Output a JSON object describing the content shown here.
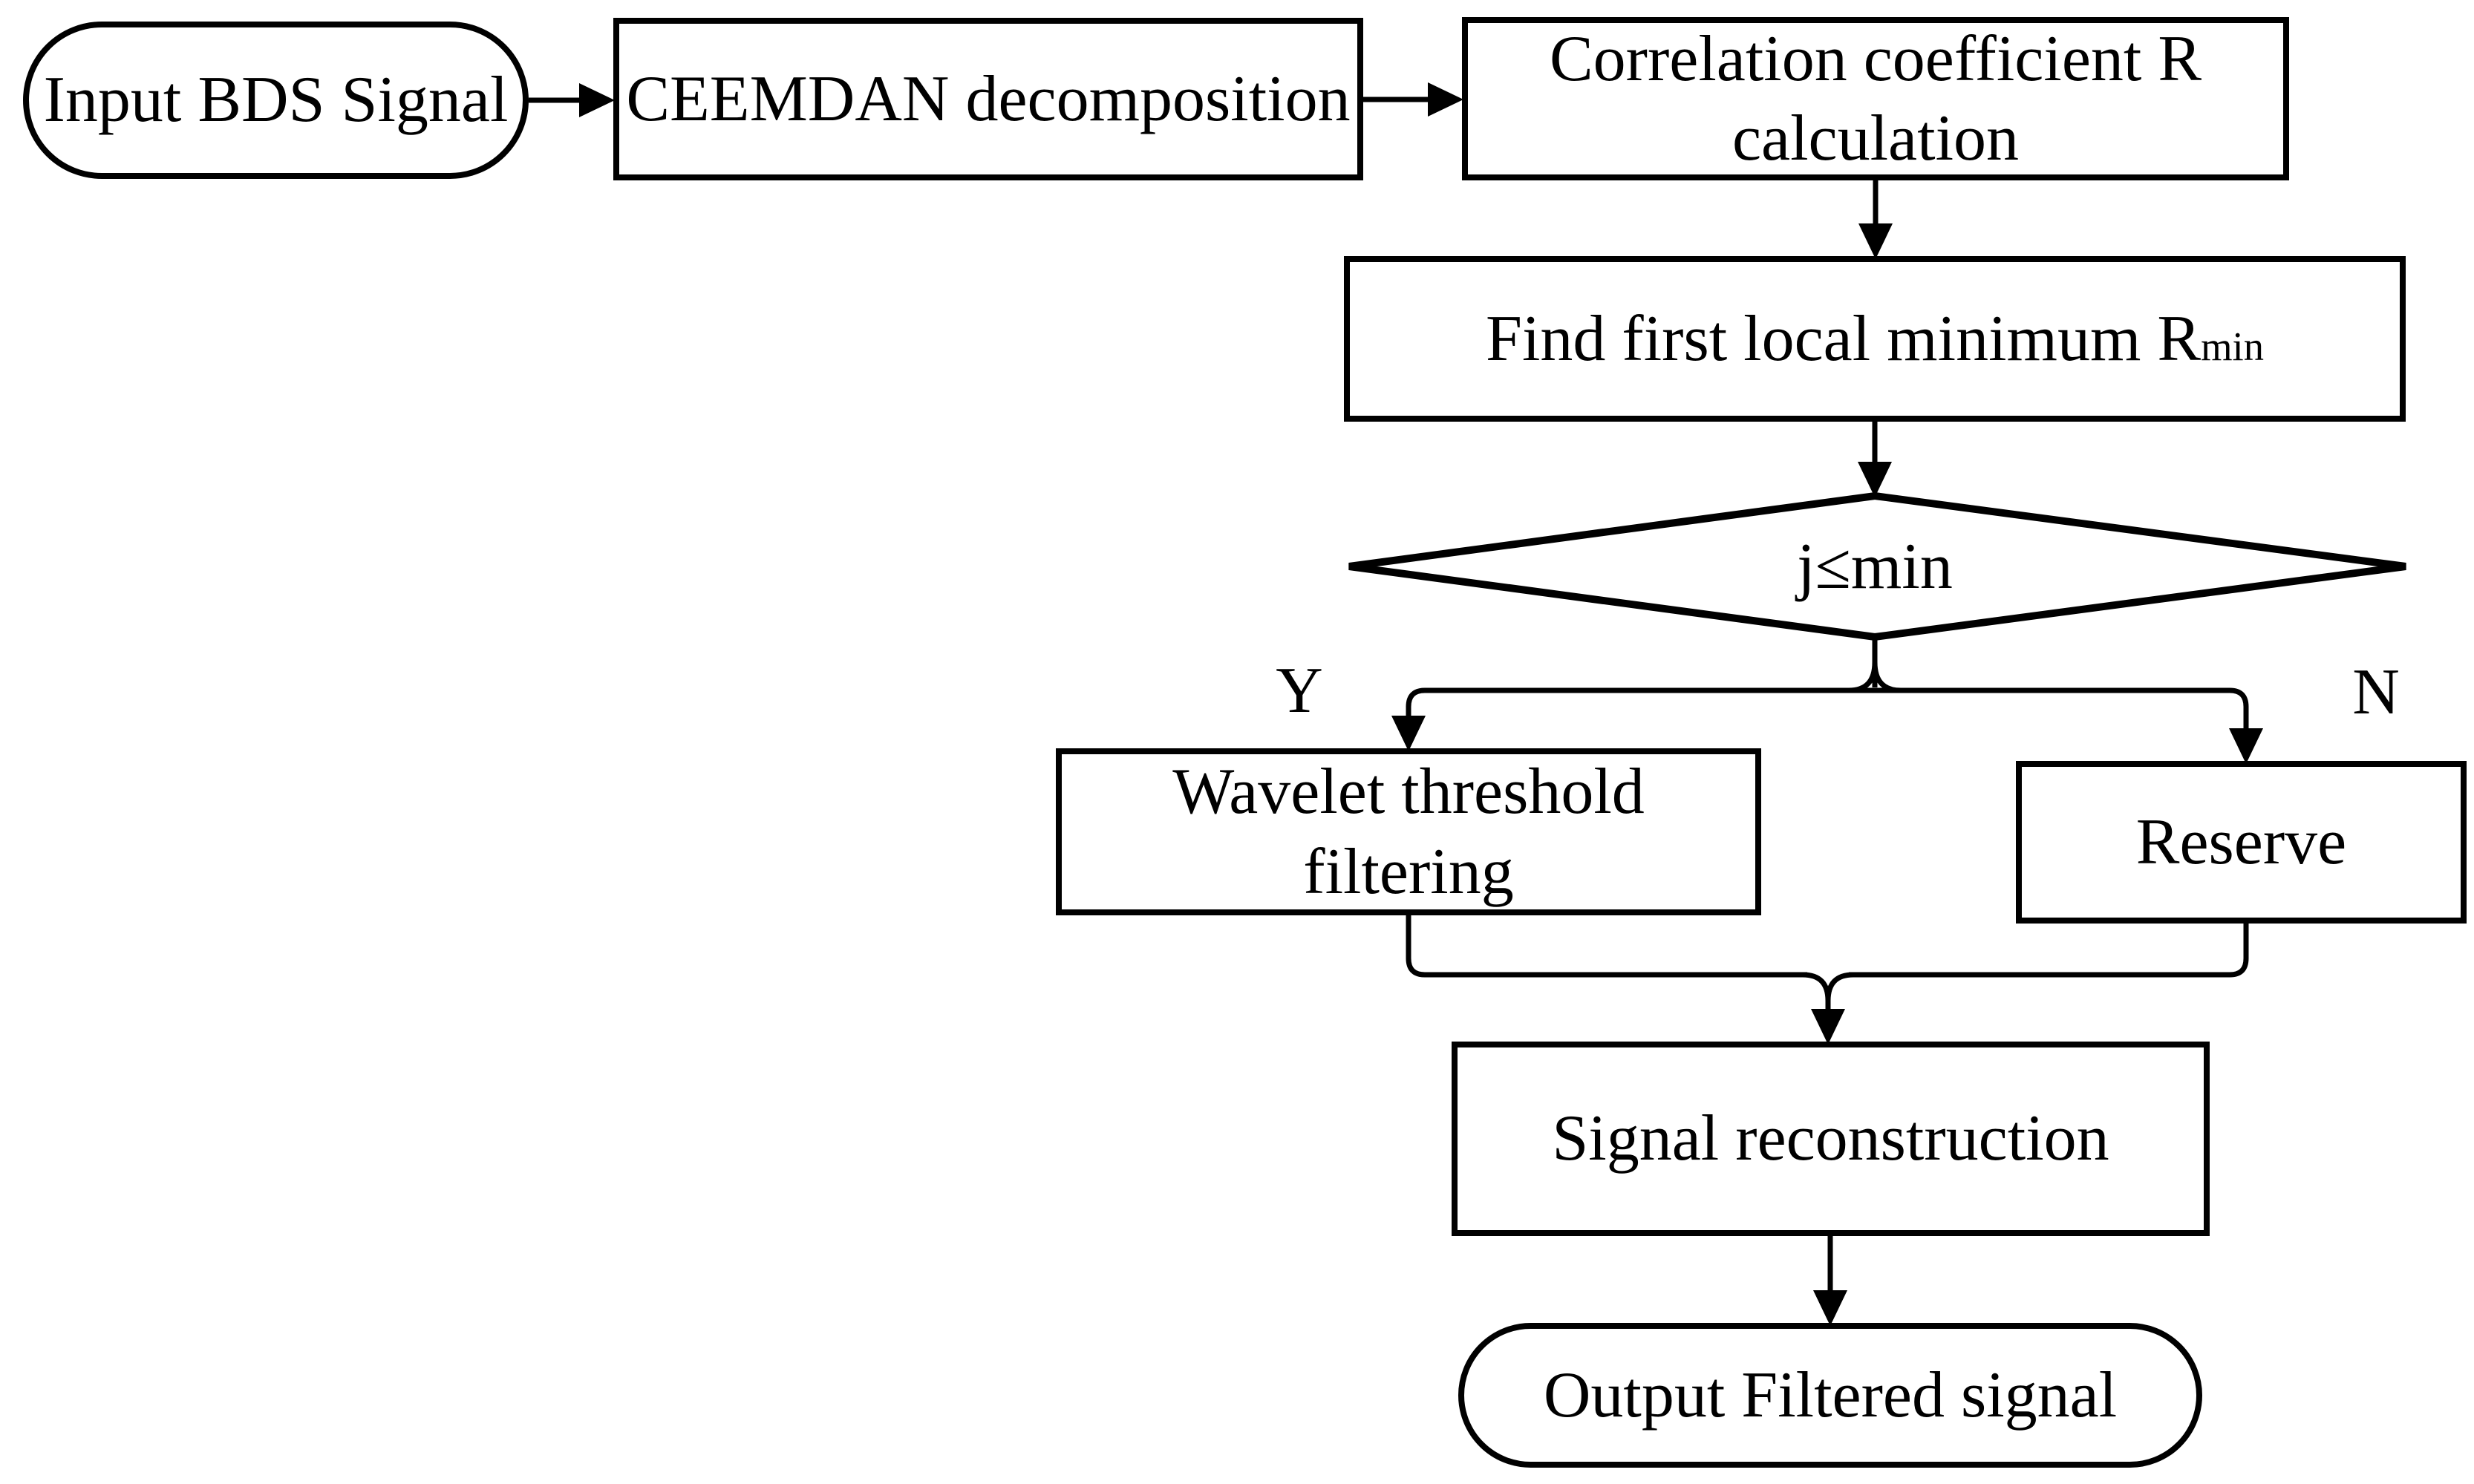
{
  "diagram": {
    "title": "BDS signal CEEMDAN wavelet filtering flowchart",
    "colors": {
      "stroke": "#000000",
      "background": "#ffffff"
    },
    "nodes": {
      "input": {
        "label": "Input BDS Signal"
      },
      "ceemdan": {
        "label": "CEEMDAN decomposition"
      },
      "correlation": {
        "lines": [
          "Correlation coefficient R",
          "calculation"
        ]
      },
      "find_min": {
        "label": "Find first local minimum R",
        "subscript": "min"
      },
      "decision": {
        "label": "j≤min"
      },
      "wavelet": {
        "lines": [
          "Wavelet threshold",
          "filtering"
        ]
      },
      "reserve": {
        "label": "Reserve"
      },
      "reconstruction": {
        "label": "Signal reconstruction"
      },
      "output": {
        "label": "Output Filtered signal"
      }
    },
    "branch_labels": {
      "yes": "Y",
      "no": "N"
    }
  }
}
